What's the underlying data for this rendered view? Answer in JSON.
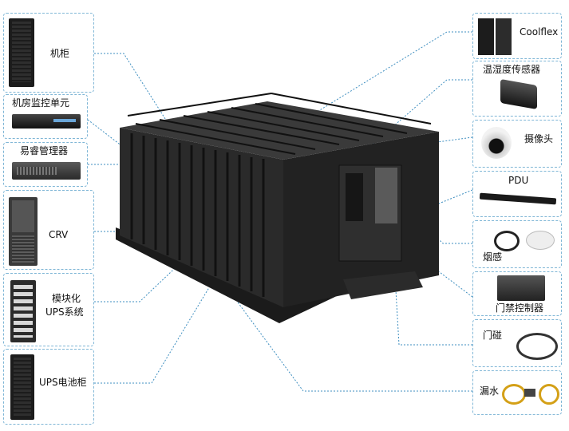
{
  "colors": {
    "dot": "#1e8fd0",
    "line": "#3f8fc0",
    "box_border": "#7fb6d6"
  },
  "left_items": [
    {
      "id": "cabinet",
      "label": "机柜",
      "icon": "rack-cabinet-icon"
    },
    {
      "id": "monitor",
      "label": "机房监控单元",
      "icon": "monitor-unit-icon"
    },
    {
      "id": "manager",
      "label": "易睿管理器",
      "icon": "manager-server-icon"
    },
    {
      "id": "crv",
      "label": "CRV",
      "icon": "crv-unit-icon"
    },
    {
      "id": "ups",
      "label_line1": "模块化",
      "label_line2": "UPS系统",
      "icon": "ups-system-icon"
    },
    {
      "id": "battery",
      "label": "UPS电池柜",
      "icon": "battery-cabinet-icon"
    }
  ],
  "right_items": [
    {
      "id": "coolflex",
      "label": "Coolflex",
      "icon": "coolflex-icon"
    },
    {
      "id": "sensor",
      "label": "温湿度传感器",
      "icon": "temp-humidity-sensor-icon"
    },
    {
      "id": "camera",
      "label": "摄像头",
      "icon": "camera-icon"
    },
    {
      "id": "pdu",
      "label": "PDU",
      "icon": "pdu-icon"
    },
    {
      "id": "smoke",
      "label": "烟感",
      "icon": "smoke-detector-icon"
    },
    {
      "id": "access",
      "label": "门禁控制器",
      "icon": "access-controller-icon"
    },
    {
      "id": "door",
      "label": "门碰",
      "icon": "door-contact-icon"
    },
    {
      "id": "leak",
      "label": "漏水",
      "icon": "water-leak-icon"
    }
  ]
}
